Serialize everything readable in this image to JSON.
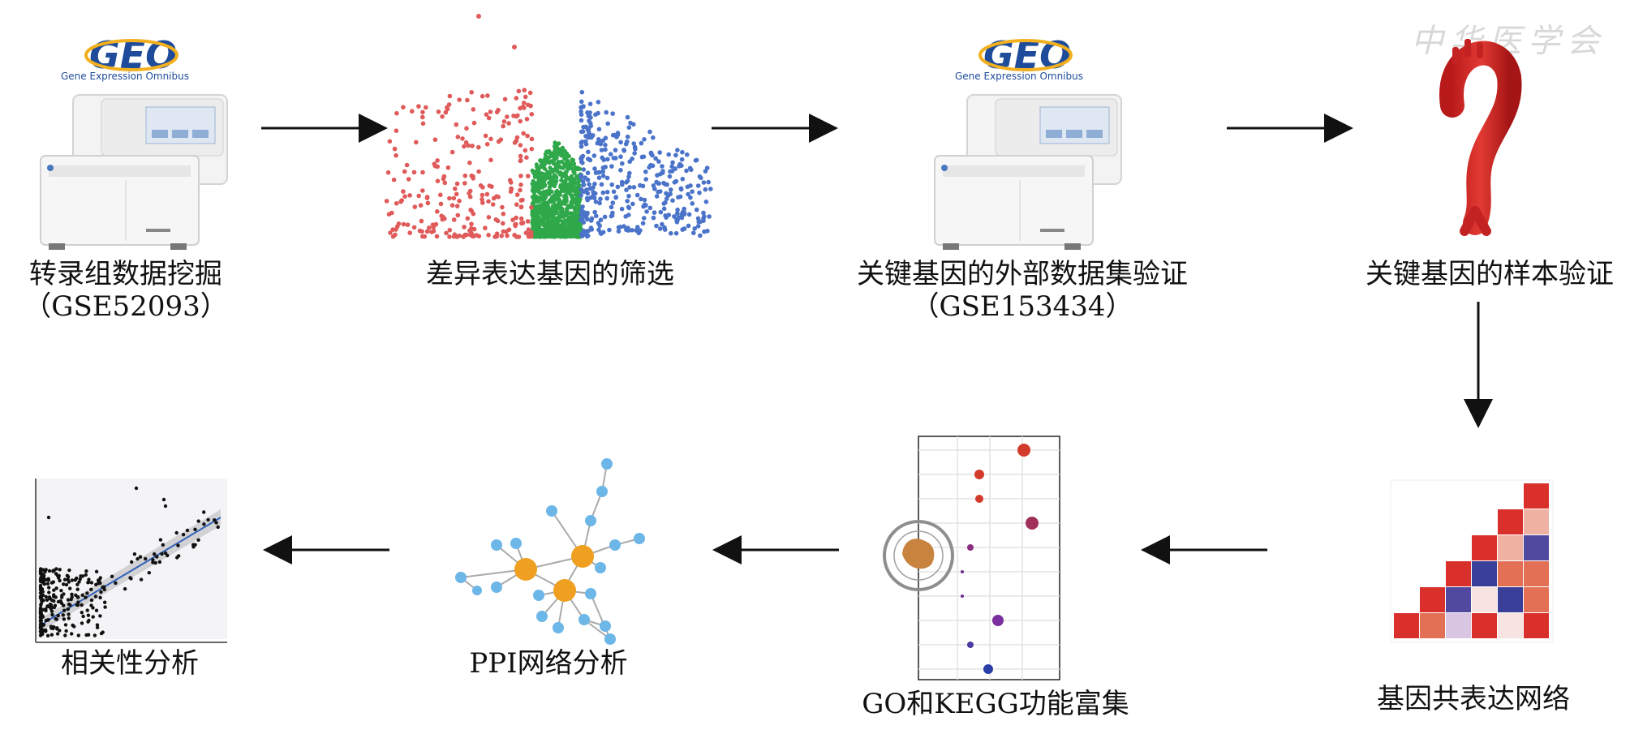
{
  "steps": {
    "s1": {
      "line1": "转录组数据挖掘",
      "line2": "（GSE52093）"
    },
    "s2": {
      "line1": "差异表达基因的筛选"
    },
    "s3": {
      "line1": "关键基因的外部数据集验证",
      "line2": "（GSE153434）"
    },
    "s4": {
      "line1": "关键基因的样本验证"
    },
    "s5": {
      "line1": "基因共表达网络"
    },
    "s6": {
      "line1": "GO和KEGG功能富集"
    },
    "s7": {
      "line1": "PPI网络分析"
    },
    "s8": {
      "line1": "相关性分析"
    }
  },
  "geo_logo": {
    "text": "GEO",
    "subtitle": "Gene Expression Omnibus"
  },
  "watermark": {
    "text": "中华医学会"
  },
  "colors": {
    "volcano_up": "#4a73c9",
    "volcano_down": "#e05a5a",
    "volcano_ns": "#2fa84a",
    "ppi_hub": "#f0a020",
    "ppi_node": "#6cb6e8",
    "heat_red": "#d9302c",
    "heat_blue": "#3a3f9a"
  }
}
